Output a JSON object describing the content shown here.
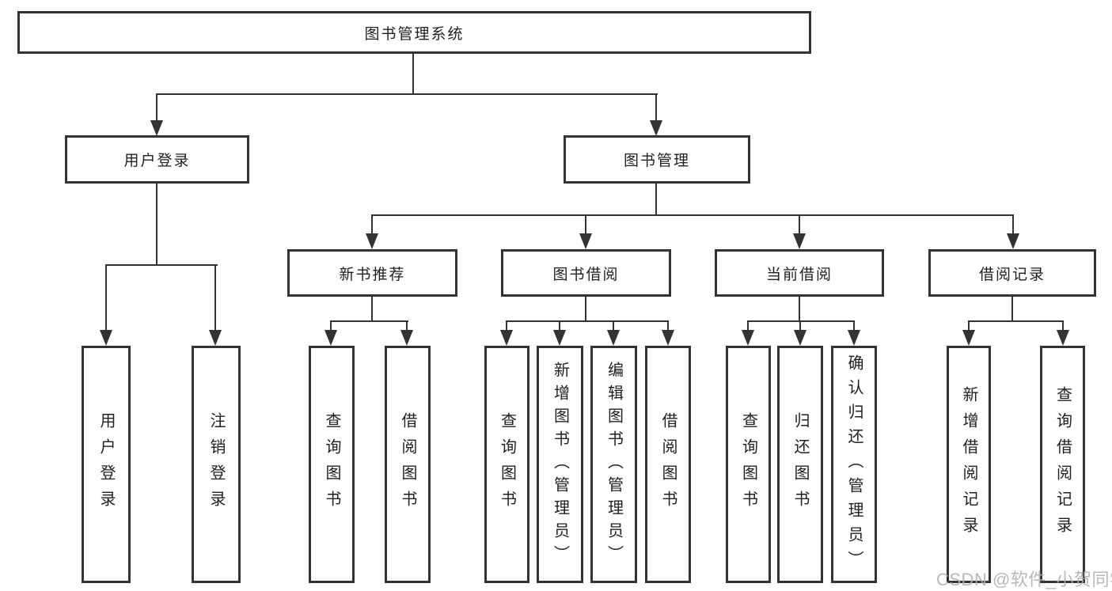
{
  "diagram_title": "图书管理系统",
  "tree": {
    "root": {
      "label": "图书管理系统",
      "children": [
        {
          "label": "用户登录",
          "children": [
            {
              "label": "用户登录"
            },
            {
              "label": "注销登录"
            }
          ]
        },
        {
          "label": "图书管理",
          "children": [
            {
              "label": "新书推荐",
              "children": [
                {
                  "label": "查询图书"
                },
                {
                  "label": "借阅图书"
                }
              ]
            },
            {
              "label": "图书借阅",
              "children": [
                {
                  "label": "查询图书"
                },
                {
                  "label": "新增图书（管理员）"
                },
                {
                  "label": "编辑图书（管理员）"
                },
                {
                  "label": "借阅图书"
                }
              ]
            },
            {
              "label": "当前借阅",
              "children": [
                {
                  "label": "查询图书"
                },
                {
                  "label": "归还图书"
                },
                {
                  "label": "确认归还（管理员）"
                }
              ]
            },
            {
              "label": "借阅记录",
              "children": [
                {
                  "label": "新增借阅记录"
                },
                {
                  "label": "查询借阅记录"
                }
              ]
            }
          ]
        }
      ]
    }
  },
  "watermark": {
    "text": "CSDN @软件_小贺同学"
  },
  "colors": {
    "line": "#333333",
    "box_background": "#ffffff",
    "text": "#1f1f1f",
    "watermark": "#b0b0b0"
  }
}
